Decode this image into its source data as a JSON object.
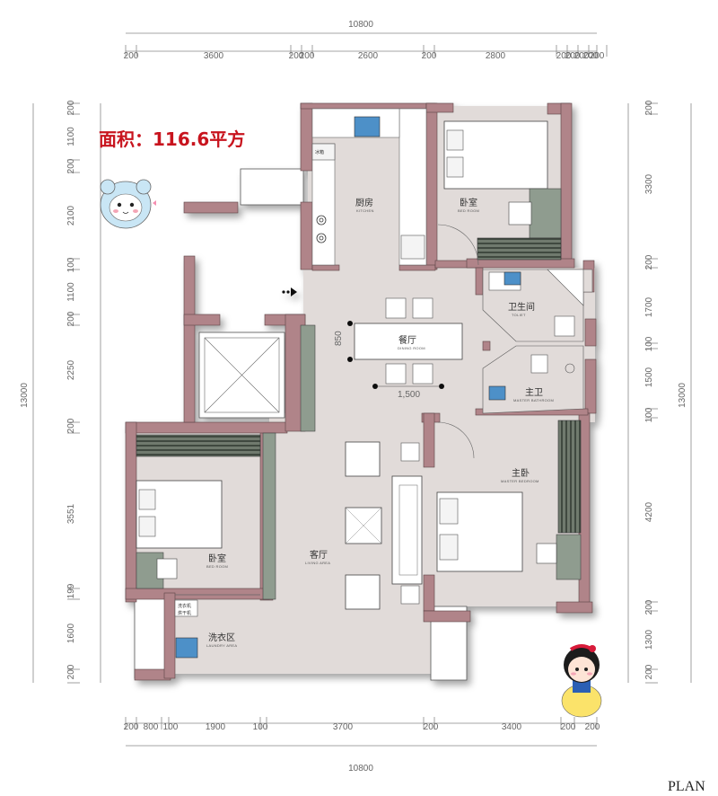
{
  "area_label": "面积：116.6平方",
  "plan_label": "PLAN",
  "top_total": "10800",
  "bottom_total": "10800",
  "left_total": "13000",
  "right_total": "13000",
  "top_dims": [
    "200",
    "3600",
    "200",
    "200",
    "2600",
    "200",
    "2800",
    "200",
    "200",
    "200",
    "200",
    "200"
  ],
  "bottom_dims": [
    "200",
    "800",
    "100",
    "1900",
    "100",
    "3700",
    "200",
    "3400",
    "200",
    "200"
  ],
  "left_dims": [
    "200",
    "1100",
    "200",
    "2100",
    "100",
    "1100",
    "200",
    "2250",
    "200",
    "3551",
    "199",
    "1600",
    "200"
  ],
  "right_dims": [
    "200",
    "3300",
    "200",
    "1700",
    "100",
    "1500",
    "100",
    "4200",
    "200",
    "1300",
    "200"
  ],
  "rooms": {
    "kitchen": {
      "cn": "厨房",
      "en": "KITCHEN"
    },
    "bedroom_ne": {
      "cn": "卧室",
      "en": "BED ROOM"
    },
    "toilet": {
      "cn": "卫生间",
      "en": "TOLIET"
    },
    "dining": {
      "cn": "餐厅",
      "en": "DINING ROOM"
    },
    "master_bath": {
      "cn": "主卫",
      "en": "MASTER BATHROOM"
    },
    "master_bed": {
      "cn": "主卧",
      "en": "MASTER BEDROOM"
    },
    "living": {
      "cn": "客厅",
      "en": "LIVING AREA"
    },
    "bedroom_sw": {
      "cn": "卧室",
      "en": "BED ROOM"
    },
    "laundry": {
      "cn": "洗衣区",
      "en": "LAUNDRY AREA"
    }
  },
  "table_width_label": "1,500",
  "table_depth_label": "850",
  "fridge_label": "冰箱",
  "washer_label": "洗衣机",
  "dryer_label": "烘干机",
  "colors": {
    "wall": "#b08489",
    "floor": "#e1dbd9",
    "cabinet": "#8f9c8f",
    "water": "#4d90c8",
    "area_text": "#c8141e"
  }
}
